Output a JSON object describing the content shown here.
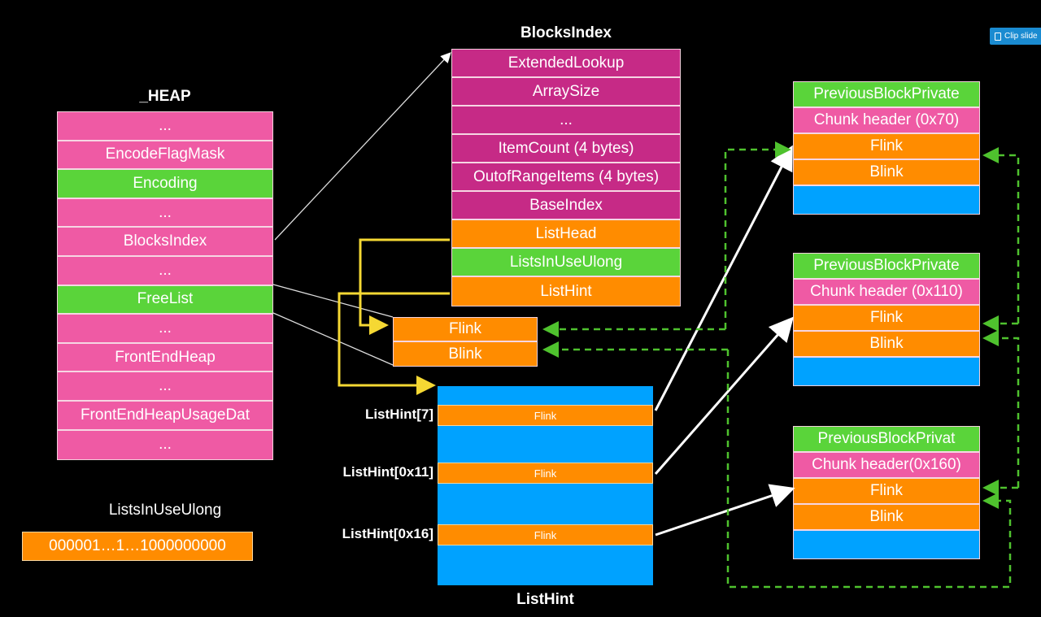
{
  "clip_button": {
    "label": "Clip slide",
    "icon": "clipboard-icon"
  },
  "heap": {
    "title": "_HEAP",
    "fields": [
      {
        "label": "...",
        "color": "pink"
      },
      {
        "label": "EncodeFlagMask",
        "color": "pink"
      },
      {
        "label": "Encoding",
        "color": "green"
      },
      {
        "label": "...",
        "color": "pink"
      },
      {
        "label": "BlocksIndex",
        "color": "pink"
      },
      {
        "label": "...",
        "color": "pink"
      },
      {
        "label": "FreeList",
        "color": "green"
      },
      {
        "label": "...",
        "color": "pink"
      },
      {
        "label": "FrontEndHeap",
        "color": "pink"
      },
      {
        "label": "...",
        "color": "pink"
      },
      {
        "label": "FrontEndHeapUsageDat",
        "color": "pink"
      },
      {
        "label": "...",
        "color": "pink"
      }
    ]
  },
  "lists_in_use": {
    "title": "ListsInUseUlong",
    "value": "000001…1…1000000000"
  },
  "blocks_index": {
    "title": "BlocksIndex",
    "fields": [
      {
        "label": "ExtendedLookup",
        "color": "mag"
      },
      {
        "label": "ArraySize",
        "color": "mag"
      },
      {
        "label": "...",
        "color": "mag"
      },
      {
        "label": "ItemCount (4 bytes)",
        "color": "mag"
      },
      {
        "label": "OutofRangeItems (4 bytes)",
        "color": "mag"
      },
      {
        "label": "BaseIndex",
        "color": "mag"
      },
      {
        "label": "ListHead",
        "color": "orange"
      },
      {
        "label": "ListsInUseUlong",
        "color": "green"
      },
      {
        "label": "ListHint",
        "color": "orange"
      }
    ]
  },
  "freelist_head": {
    "flink": "Flink",
    "blink": "Blink"
  },
  "list_hint": {
    "title": "ListHint",
    "entries": [
      {
        "index_label": "ListHint[7]",
        "field": "Flink"
      },
      {
        "index_label": "ListHint[0x11]",
        "field": "Flink"
      },
      {
        "index_label": "ListHint[0x16]",
        "field": "Flink"
      }
    ]
  },
  "chunks": [
    {
      "prev": "PreviousBlockPrivate",
      "header": "Chunk header (0x70)",
      "flink": "Flink",
      "blink": "Blink"
    },
    {
      "prev": "PreviousBlockPrivate",
      "header": "Chunk header (0x110)",
      "flink": "Flink",
      "blink": "Blink"
    },
    {
      "prev": "PreviousBlockPrivat",
      "header": "Chunk header(0x160)",
      "flink": "Flink",
      "blink": "Blink"
    }
  ],
  "colors": {
    "pink": "#ef5aa4",
    "magenta": "#c62a86",
    "green": "#5ad43a",
    "orange": "#ff8c00",
    "blue": "#00a2ff",
    "yellow_arrow": "#f5d833",
    "green_dashed": "#4fc22e"
  }
}
